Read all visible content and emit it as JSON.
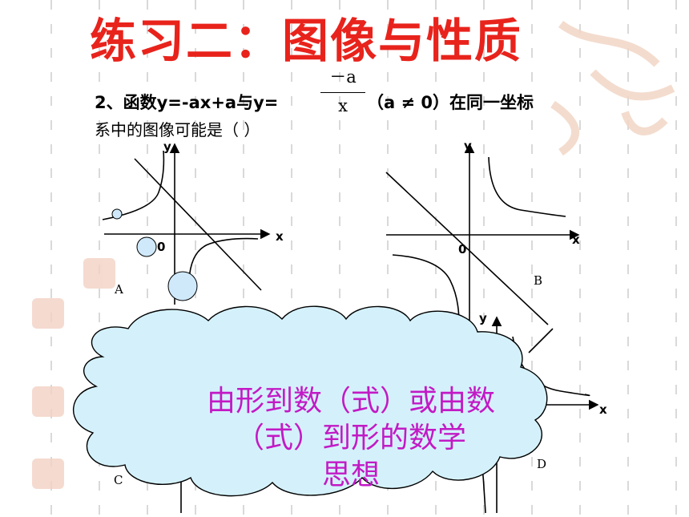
{
  "title": "练习二：图像与性质",
  "question": {
    "line1_prefix": "2、函数y=-ax+a与y=",
    "line1_suffix": "（a ≠ 0）在同一坐标",
    "fraction_numerator": "－a",
    "fraction_denominator": "x",
    "line2": "系中的图像可能是（     ）"
  },
  "graphs": {
    "axis_y": "y",
    "axis_x": "x",
    "origin": "0",
    "options": [
      "A",
      "B",
      "C",
      "D"
    ]
  },
  "cloud": {
    "line1": "由形到数（式）或由数",
    "line2": "（式）到形的数学",
    "line3": "思想"
  },
  "colors": {
    "title": "#e8231c",
    "cloud_fill": "#d4f1fb",
    "cloud_text": "#c21ac5",
    "bubble_fill": "#cfe9fb"
  }
}
